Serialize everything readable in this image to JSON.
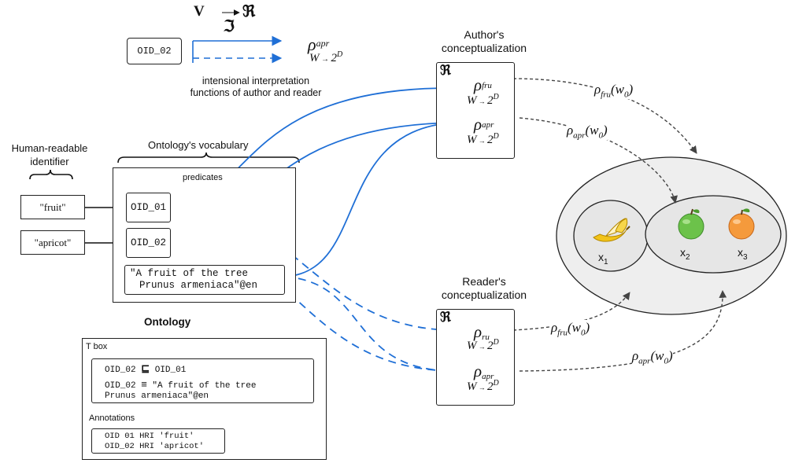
{
  "legend": {
    "math_v": "V",
    "math_r": "ℜ",
    "math_j": "ℑ",
    "oid_label": "OID_02",
    "rho": "ρ",
    "rho_sub": "apr",
    "domain_W": "W",
    "codomain": "2",
    "codomain_sup": "D",
    "caption_line1": "intensional interpretation",
    "caption_line2": "functions of author and reader"
  },
  "hri": {
    "title_line1": "Human-readable",
    "title_line2": "identifier",
    "fruit": "\"fruit\"",
    "apricot": "\"apricot\""
  },
  "vocabulary": {
    "title": "Ontology's vocabulary",
    "predicates_label": "predicates",
    "oid1": "OID_01",
    "oid2": "OID_02",
    "literal_line1": "\"A fruit of the tree",
    "literal_line2": "Prunus armeniaca\"@en"
  },
  "ontology": {
    "title": "Ontology",
    "tbox_label": "T box",
    "axiom1_left": "OID_02",
    "axiom1_op": "⊑",
    "axiom1_right": "OID_01",
    "axiom2_left": "OID_02",
    "axiom2_op": "≡",
    "axiom2_right_line1": "\"A fruit of the tree",
    "axiom2_right_line2": "Prunus armeniaca\"@en",
    "annotations_label": "Annotations",
    "annotation1": "OID 01 HRI 'fruit'",
    "annotation2": "OID_02 HRI 'apricot'"
  },
  "author": {
    "title_line1": "Author's",
    "title_line2": "conceptualization",
    "frak": "ℜ",
    "f1_rho": "ρ",
    "f1_sub": "fru",
    "f2_rho": "ρ",
    "f2_sub": "apr",
    "W": "W",
    "codomain": "2",
    "codomain_sup": "D"
  },
  "reader": {
    "title_line1": "Reader's",
    "title_line2": "conceptualization",
    "frak": "ℜ",
    "f1_rho": "ρ",
    "f1_sub": "ru",
    "f2_rho": "ρ",
    "f2_sub": "apr",
    "W": "W",
    "codomain": "2",
    "codomain_sup": "D"
  },
  "extensions": {
    "author_fru": {
      "rho": "ρ",
      "sub": "fru",
      "arg": "(w",
      "arg_sub": "0",
      "close": ")"
    },
    "author_apr": {
      "rho": "ρ",
      "sub": "apr",
      "arg": "(w",
      "arg_sub": "0",
      "close": ")"
    },
    "reader_fru": {
      "rho": "ρ",
      "sub": "fru",
      "arg": "(w",
      "arg_sub": "0",
      "close": ")"
    },
    "reader_apr": {
      "rho": "ρ",
      "sub": "apr",
      "arg": "(w",
      "arg_sub": "0",
      "close": ")"
    }
  },
  "domain_elements": {
    "x1": "x",
    "x1_sub": "1",
    "x2": "x",
    "x2_sub": "2",
    "x3": "x",
    "x3_sub": "3"
  },
  "colors": {
    "arrow_blue": "#1f6fd6",
    "dashed_gray": "#444444",
    "set_fill": "#eeeeee"
  }
}
